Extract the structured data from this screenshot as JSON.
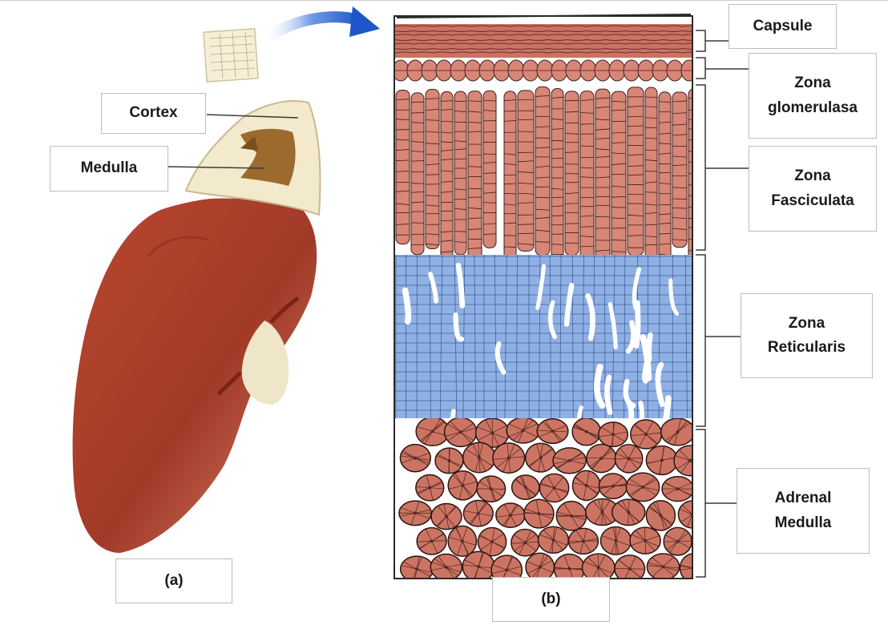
{
  "labels": {
    "cortex": "Cortex",
    "medulla": "Medulla",
    "panel_a": "(a)",
    "panel_b": "(b)",
    "capsule": "Capsule",
    "zona_glomerulosa_1": "Zona",
    "zona_glomerulosa_2": "glomerulasa",
    "zona_fasciculata_1": "Zona",
    "zona_fasciculata_2": "Fasciculata",
    "zona_reticularis_1": "Zona",
    "zona_reticularis_2": "Reticularis",
    "adrenal_medulla_1": "Adrenal",
    "adrenal_medulla_2": "Medulla"
  },
  "colors": {
    "kidney": "#a23a28",
    "kidney_light": "#c8624a",
    "adrenal_cap": "#f1e7c9",
    "adrenal_medulla": "#9c6a2c",
    "capsule": "#c16a5c",
    "cortex_cells": "#d98677",
    "reticularis_cells": "#8fb0e4",
    "medulla_cells": "#cc7463",
    "arrow": "#1f5fcf",
    "cell_outline": "#3a1f1a"
  },
  "icons": {
    "arrow": "curved-arrow-icon"
  }
}
